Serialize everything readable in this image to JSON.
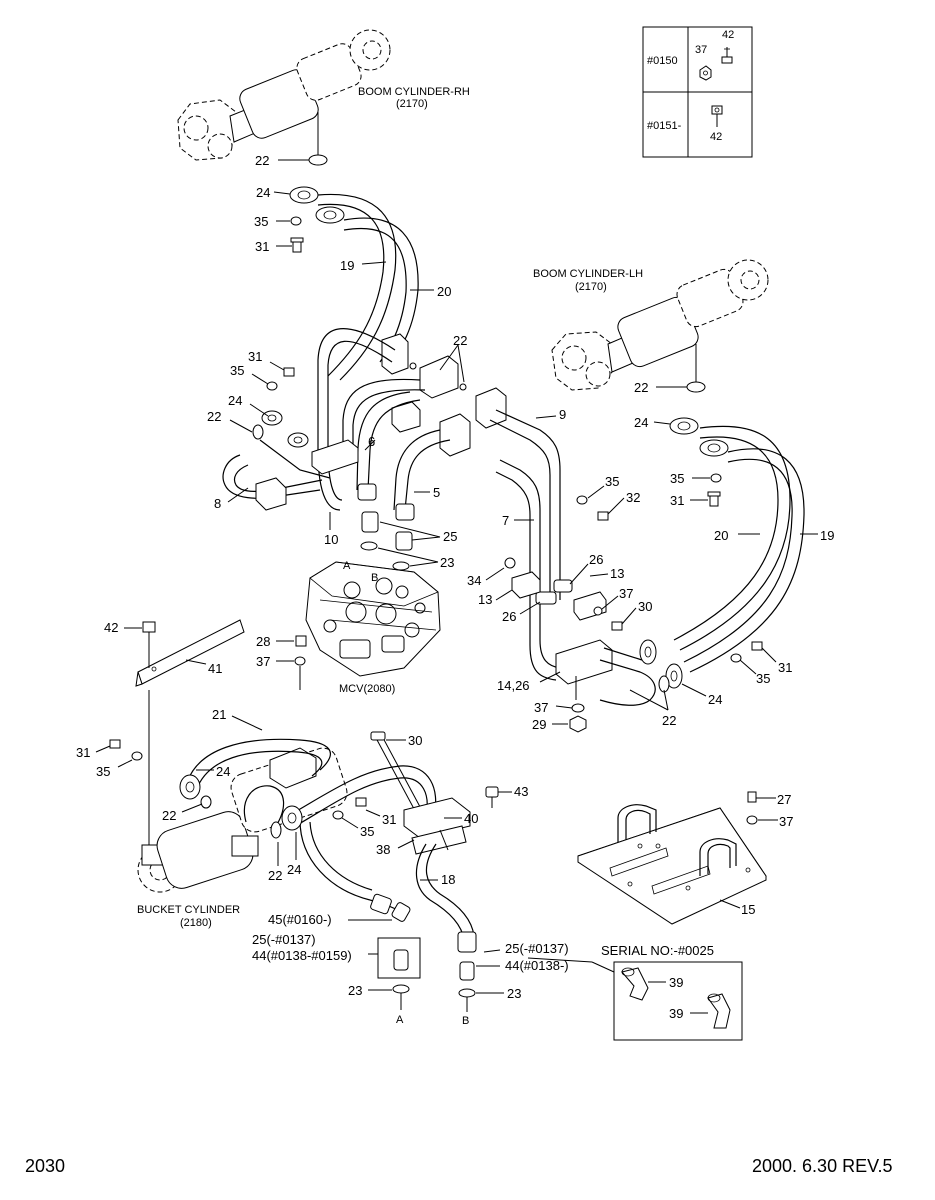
{
  "page_number": "2030",
  "revision": "2000. 6.30  REV.5",
  "serial_table": {
    "rows": [
      {
        "serial": "#0150",
        "parts": [
          "37",
          "42"
        ]
      },
      {
        "serial": "#0151-",
        "parts": [
          "42"
        ]
      }
    ]
  },
  "captions": {
    "boom_rh_name": "BOOM CYLINDER-RH",
    "boom_rh_ref": "(2170)",
    "boom_lh_name": "BOOM CYLINDER-LH",
    "boom_lh_ref": "(2170)",
    "mcv": "MCV(2080)",
    "bucket_name": "BUCKET CYLINDER",
    "bucket_ref": "(2180)",
    "serial_note": "SERIAL NO:-#0025"
  },
  "ports": {
    "a": "A",
    "b": "B"
  },
  "callouts": {
    "c22_rh": "22",
    "c24_rh": "24",
    "c35_rh": "35",
    "c31_rh": "31",
    "c19_rh": "19",
    "c20_rh": "20",
    "c31_m": "31",
    "c35_m": "35",
    "c22_top": "22",
    "c24_m": "24",
    "c22_m": "22",
    "c6": "6",
    "c9": "9",
    "c8": "8",
    "c5": "5",
    "c10": "10",
    "c25_m": "25",
    "c23_m": "23",
    "c35_r": "35",
    "c32": "32",
    "c7": "7",
    "c26_a": "26",
    "c34": "34",
    "c13_a": "13",
    "c13_b": "13",
    "c26_b": "26",
    "c37_r": "37",
    "c30_r": "30",
    "c14_26": "14,26",
    "c37_b": "37",
    "c29": "29",
    "c22_lh_top": "22",
    "c24_lh": "24",
    "c35_lh": "35",
    "c31_lh": "31",
    "c20_lh": "20",
    "c19_lh": "19",
    "c31_lh_b": "31",
    "c35_lh_b": "35",
    "c24_lh_b": "24",
    "c22_lh_b": "22",
    "c42": "42",
    "c41": "41",
    "c28": "28",
    "c37_mcv": "37",
    "c21": "21",
    "c30_b": "30",
    "c31_bk": "31",
    "c35_bk": "35",
    "c24_bk": "24",
    "c22_bk": "22",
    "c43": "43",
    "c40": "40",
    "c31_bk2": "31",
    "c35_bk2": "35",
    "c38": "38",
    "c22_bk2": "22",
    "c24_bk2": "24",
    "c18": "18",
    "c27": "27",
    "c37_plate": "37",
    "c15": "15",
    "c45": "45(#0160-)",
    "c25_a": "25(-#0137)",
    "c44_a": "44(#0138-#0159)",
    "c23_a": "23",
    "c25_b": "25(-#0137)",
    "c44_b": "44(#0138-)",
    "c23_b": "23",
    "c39_a": "39",
    "c39_b": "39"
  }
}
